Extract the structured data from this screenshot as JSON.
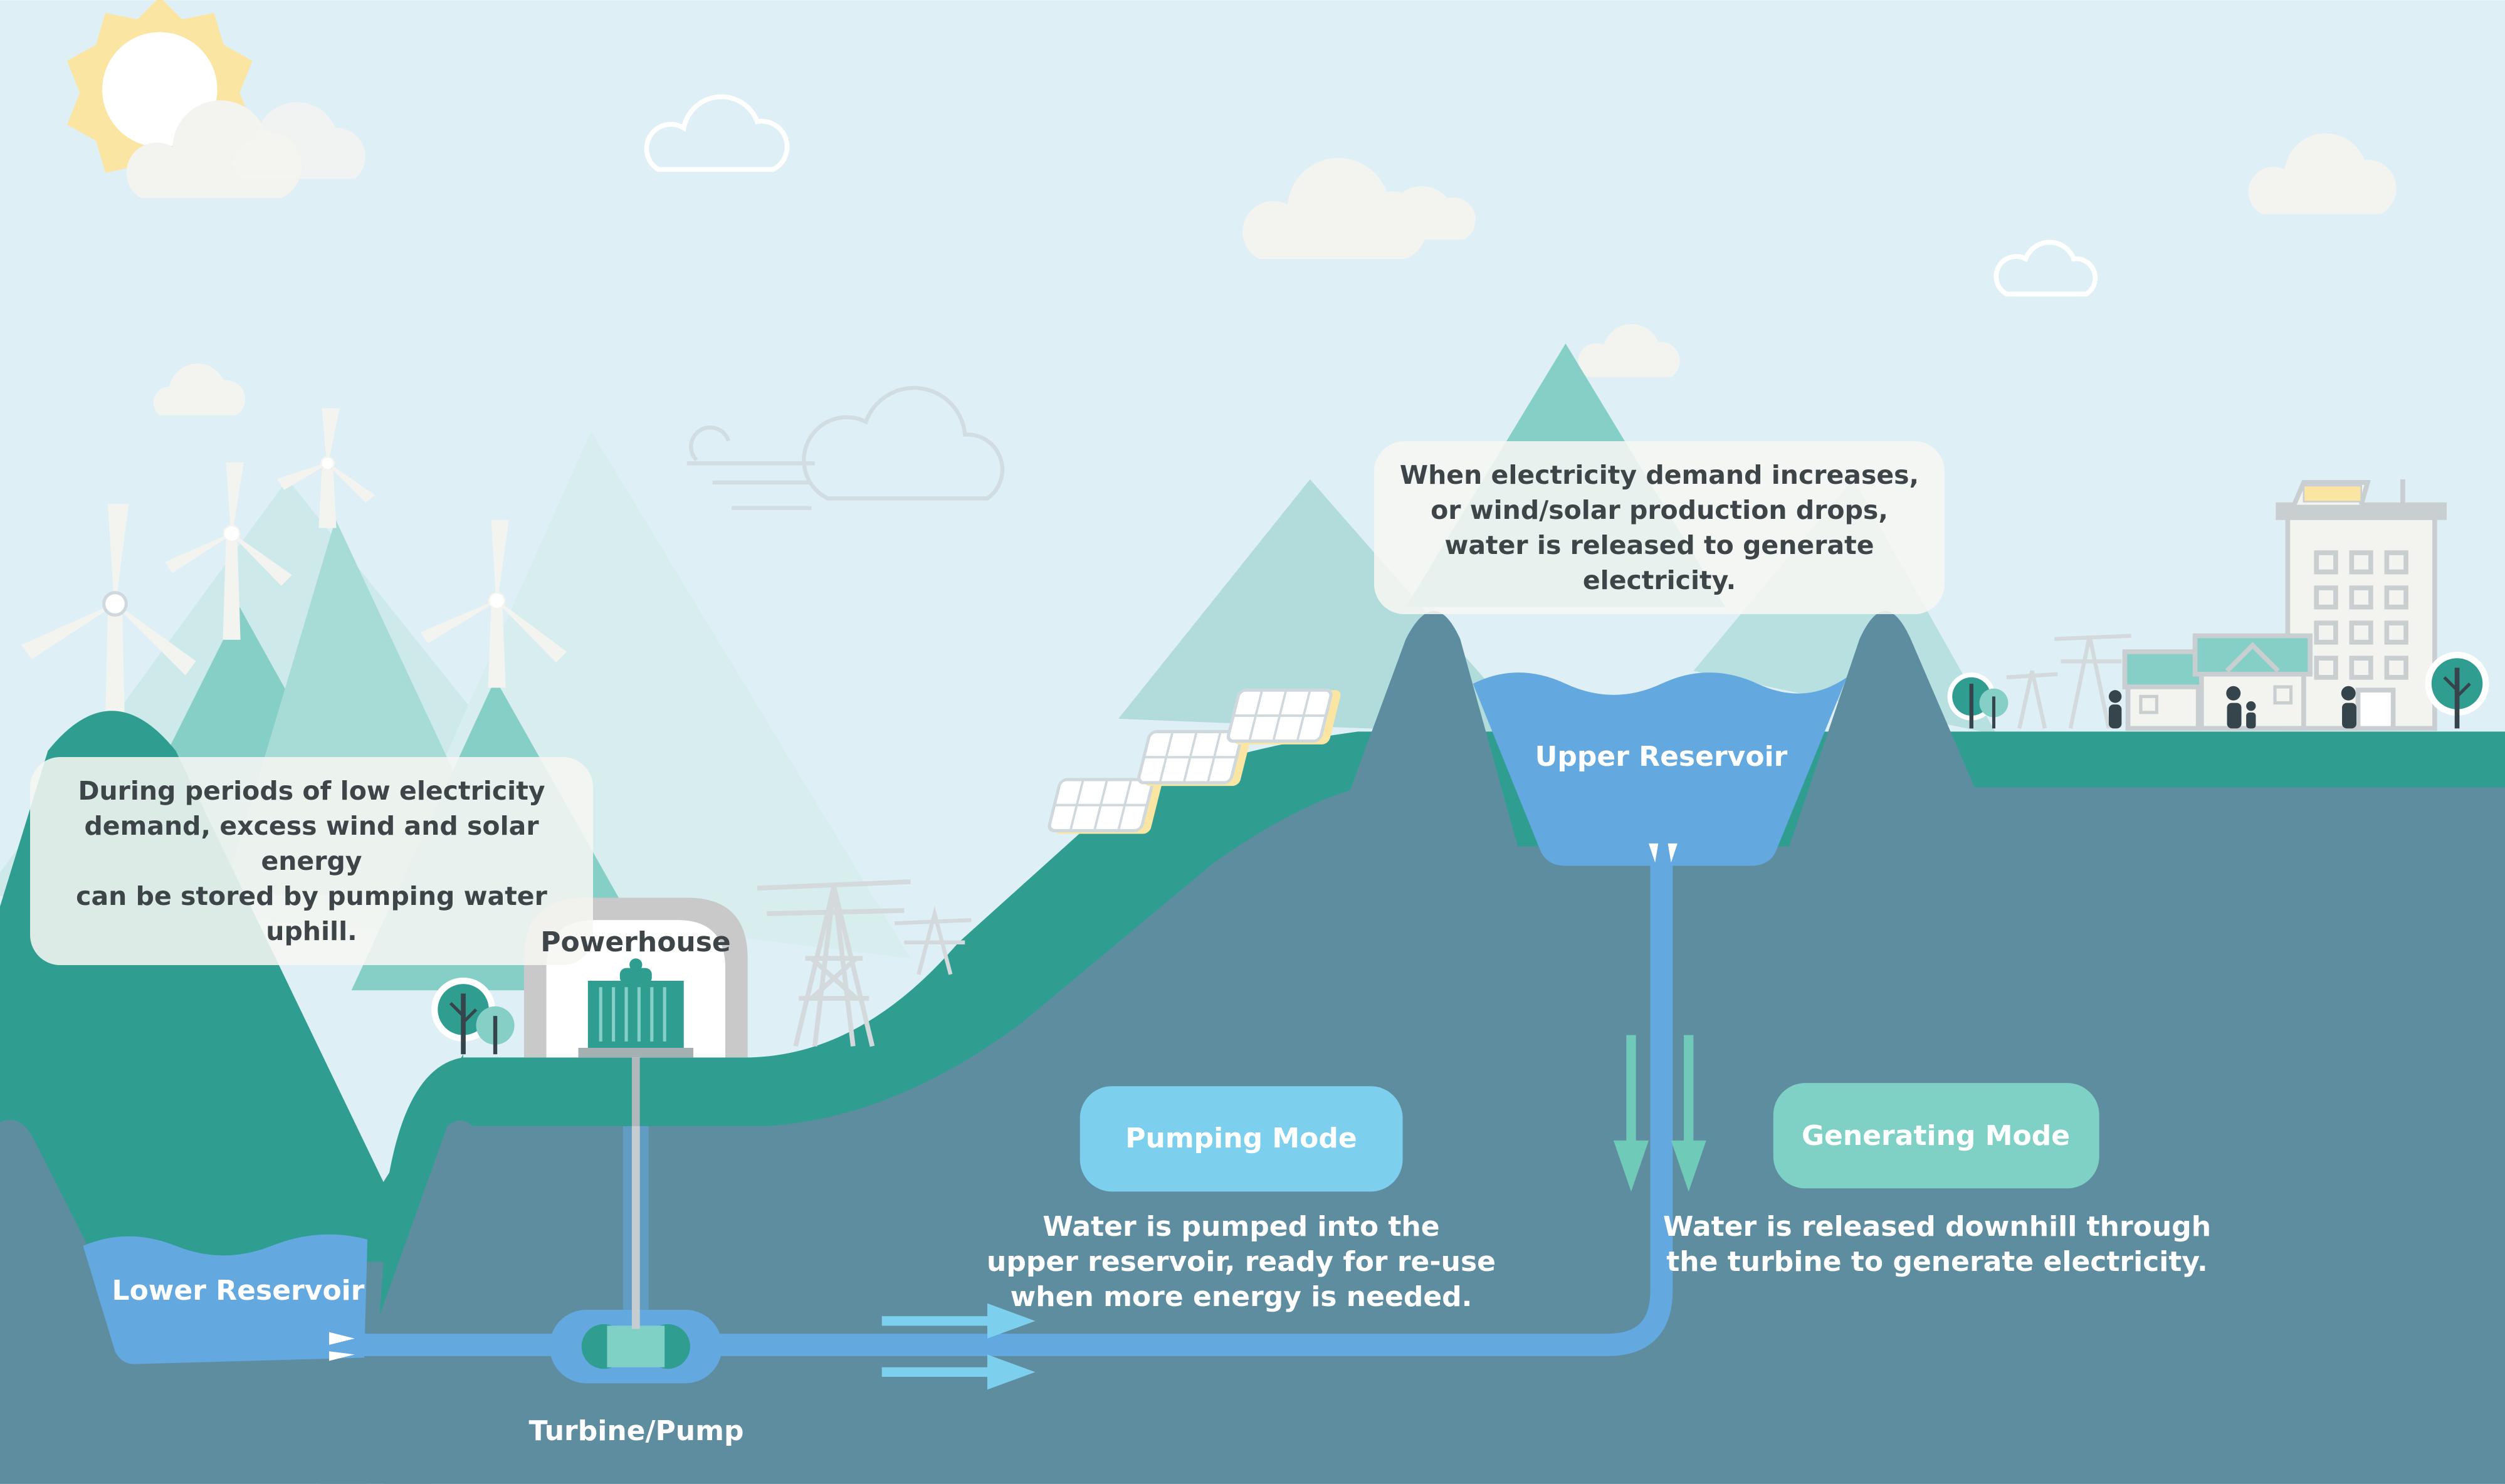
{
  "labels": {
    "note_low_demand": "During periods of low electricity\ndemand, excess wind and solar energy\ncan be stored by pumping water uphill.",
    "note_high_demand": "When electricity demand increases,\nor wind/solar production drops,\nwater is released to generate electricity.",
    "powerhouse": "Powerhouse",
    "upper_reservoir": "Upper Reservoir",
    "lower_reservoir": "Lower Reservoir",
    "turbine_pump": "Turbine/Pump",
    "pumping_mode": {
      "title": "Pumping Mode",
      "description": "Water is pumped into the\nupper reservoir, ready for re-use\nwhen more energy is needed."
    },
    "generating_mode": {
      "title": "Generating Mode",
      "description": "Water is released downhill through\nthe turbine to generate electricity."
    }
  },
  "icons": [
    "sun-icon",
    "cloud-icon",
    "wind-turbine-icon",
    "solar-panel-icon",
    "transmission-tower-icon",
    "tree-icon",
    "building-icon",
    "house-icon",
    "person-icon",
    "flow-arrow-icon"
  ],
  "colors": {
    "sky": "#def0f5",
    "hill_dark_green": "#2f9e91",
    "hill_light_green": "#86cfc6",
    "mountain_pale": "#c2e5e6",
    "ground": "#5f8da0",
    "water": "#63a9e0",
    "pumping_mode": "#7cd0ee",
    "generating_mode": "#7fd1c6",
    "flow_arrow_green": "#6fcbb8",
    "flow_arrow_blue": "#7cd0ee",
    "text_dark": "#3e4548"
  }
}
